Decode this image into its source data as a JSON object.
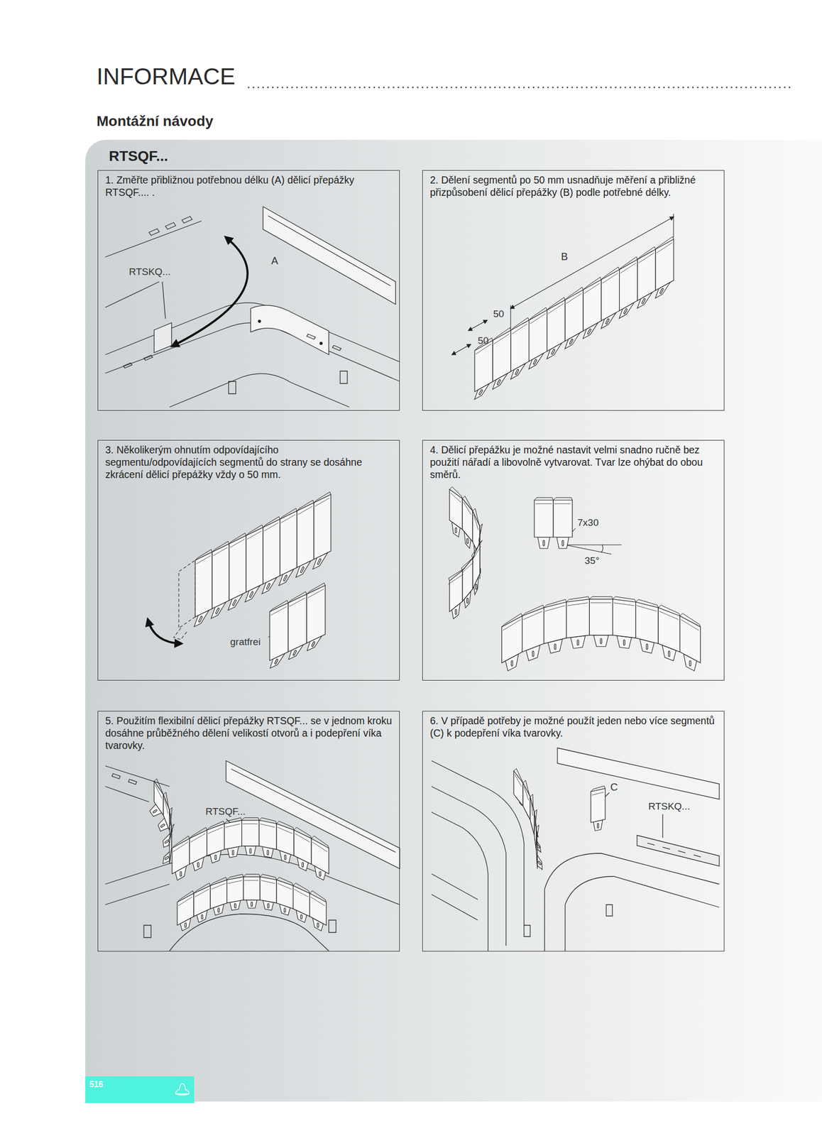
{
  "diagram": {
    "title": "INFORMACE",
    "nodes": [
      {
        "text": [
          "RTSQF..."
        ]
      },
      {
        "text": [
          "1. Změřte přibližnou potřebnou délku (A) dělicí přepážky RTSQF.... ."
        ],
        "in": 0
      },
      {
        "text": [
          "2. Dělení segmentů po 50 mm usnadňuje měření a přibližné přizpůsobení dělicí přepážky (B) podle potřebné délky."
        ],
        "in": 0
      },
      {
        "text": [
          "3. Několikerým ohnutím odpovídajícího segmentu/odpovídajících segmentů do strany se dosáhne zkrácení dělicí přepážky vždy o 50 mm."
        ],
        "in": 0
      },
      {
        "text": [
          "4. Dělicí přepážku je možné nastavit velmi snadno ručně bez použití nářadí a libovolně vytvarovat. Tvar lze ohýbat do obou směrů."
        ],
        "in": 0
      },
      {
        "text": [
          "5. Použitím flexibilní dělicí přepážky RTSQF... se v jednom kroku dosáhne průběžného dělení velikostí otvorů a i podepření víka tvarovky."
        ],
        "in": 0
      },
      {
        "text": [
          "6. V případě potřeby je možné použít jeden nebo více segmentů (C) k podepření víka tvarovky."
        ],
        "in": 0
      },
      {
        "text": [
          "516"
        ]
      }
    ],
    "labels": [
      "Montážní návody",
      "RTSKQ...",
      "A",
      "B",
      "50",
      "50",
      "gratfrei",
      "7x30",
      "35°",
      "RTSQF...",
      "C",
      "RTSKQ..."
    ]
  }
}
